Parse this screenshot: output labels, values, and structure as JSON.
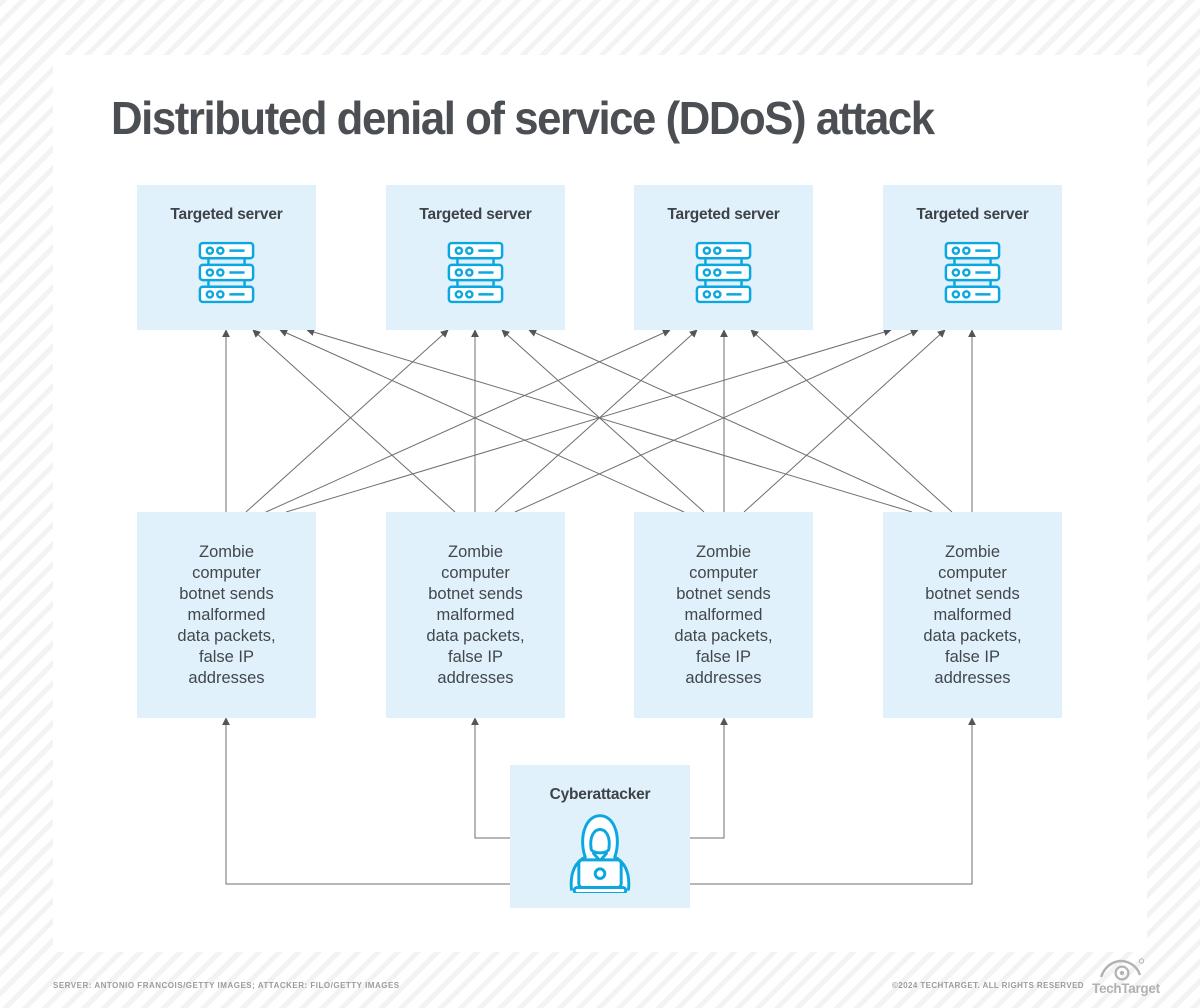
{
  "title": "Distributed denial of service (DDoS) attack",
  "servers": [
    {
      "label": "Targeted server",
      "icon": "server-stack-icon"
    },
    {
      "label": "Targeted server",
      "icon": "server-stack-icon"
    },
    {
      "label": "Targeted server",
      "icon": "server-stack-icon"
    },
    {
      "label": "Targeted server",
      "icon": "server-stack-icon"
    }
  ],
  "zombies": [
    {
      "text": "Zombie\ncomputer\nbotnet sends\nmalformed\ndata packets,\nfalse IP\naddresses"
    },
    {
      "text": "Zombie\ncomputer\nbotnet sends\nmalformed\ndata packets,\nfalse IP\naddresses"
    },
    {
      "text": "Zombie\ncomputer\nbotnet sends\nmalformed\ndata packets,\nfalse IP\naddresses"
    },
    {
      "text": "Zombie\ncomputer\nbotnet sends\nmalformed\ndata packets,\nfalse IP\naddresses"
    }
  ],
  "attacker": {
    "label": "Cyberattacker",
    "icon": "hooded-hacker-icon"
  },
  "connections": {
    "zombie_to_server": [
      [
        0,
        0
      ],
      [
        0,
        1
      ],
      [
        0,
        2
      ],
      [
        0,
        3
      ],
      [
        1,
        0
      ],
      [
        1,
        1
      ],
      [
        1,
        2
      ],
      [
        1,
        3
      ],
      [
        2,
        0
      ],
      [
        2,
        1
      ],
      [
        2,
        2
      ],
      [
        2,
        3
      ],
      [
        3,
        0
      ],
      [
        3,
        1
      ],
      [
        3,
        2
      ],
      [
        3,
        3
      ]
    ],
    "attacker_to_zombie": [
      0,
      1,
      2,
      3
    ]
  },
  "colors": {
    "box_fill": "#e1f1fb",
    "icon_stroke": "#0aa7e0",
    "arrow_line": "#6f6f6f",
    "arrow_head": "#555555",
    "title_text": "#4b4f54",
    "label_text": "#3e4348",
    "body_text": "#42474c",
    "footer_text": "#9c9ca0",
    "brand_gray": "#b2b2b5"
  },
  "footer": {
    "credits": "SERVER: ANTONIO FRANCOIS/GETTY IMAGES; ATTACKER: FILO/GETTY IMAGES",
    "copyright": "©2024 TECHTARGET. ALL RIGHTS RESERVED",
    "brand": "TechTarget",
    "brand_icon": "techtarget-eye-icon"
  }
}
